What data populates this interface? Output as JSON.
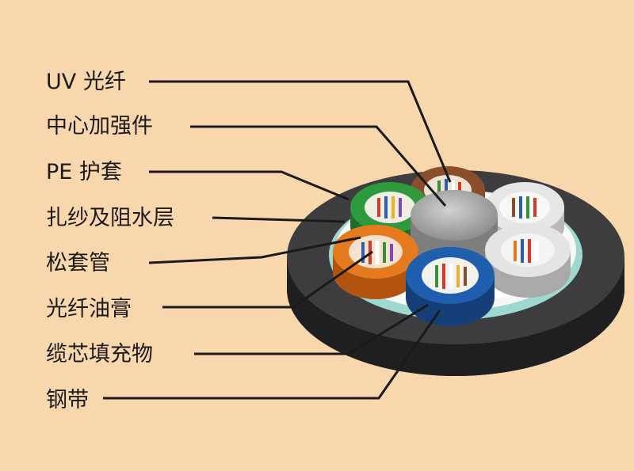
{
  "labels": [
    "UV 光纤",
    "中心加强件",
    "PE 护套",
    "扎纱及阻水层",
    "松套管",
    "光纤油膏",
    "缆芯填充物",
    "钢带"
  ],
  "colors": {
    "background": "#f9d7ad",
    "jacket": "#3a3a3c",
    "steel_tape": "#9fd8cf",
    "center_member": "#b9b9b9",
    "tube_green": "#2e9a3e",
    "tube_brown": "#8a4f2a",
    "tube_orange": "#e57a1f",
    "tube_blue": "#1f5fae",
    "tube_white": "#e6e6e6"
  }
}
